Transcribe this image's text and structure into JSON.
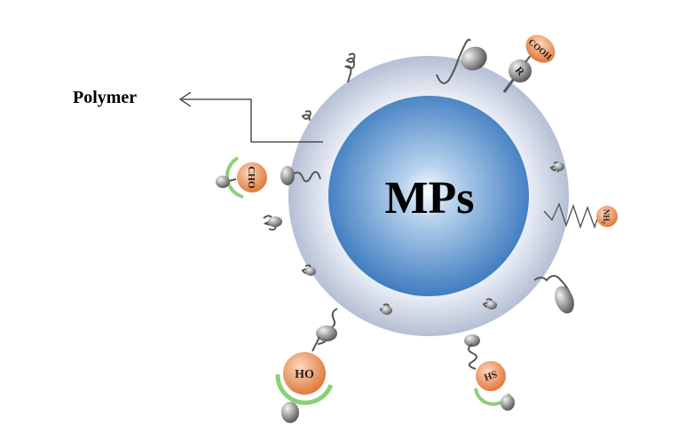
{
  "core_label": "MPs",
  "polymer_label": "Polymer",
  "groups": {
    "cooh": "COOH",
    "r": "R",
    "nh2": "NH₂",
    "cho": "CHO",
    "oh": "HO",
    "sh": "SH"
  },
  "colors": {
    "core": "#4a86c6",
    "shell": "#c4cde0",
    "group_ball": "#e68a55",
    "half_ring": "#8cd07a",
    "tail": "#6e6e6e"
  },
  "icons": [
    "polymer-coil-icon",
    "functional-group-icon"
  ]
}
